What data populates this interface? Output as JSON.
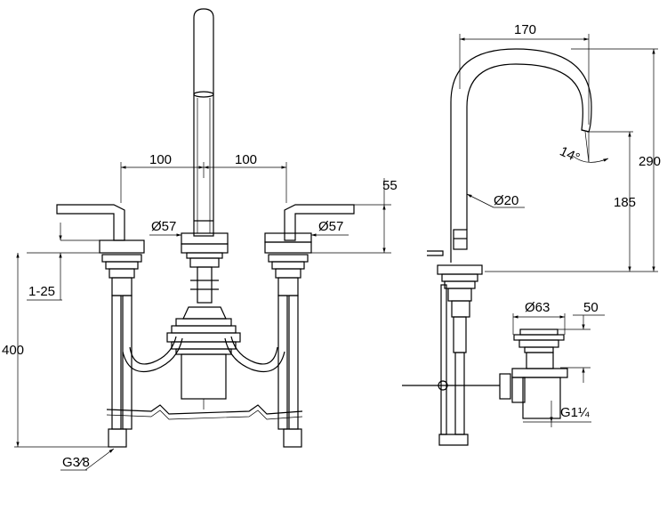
{
  "dimensions": {
    "front": {
      "spacing_left": "100",
      "spacing_right": "100",
      "dia_left": "Ø57",
      "dia_right": "Ø57",
      "deck_range": "1-25",
      "height": "400",
      "thread": "G3⁄8",
      "handle_height": "55"
    },
    "side": {
      "reach": "170",
      "total_height": "290",
      "spout_height": "185",
      "spout_dia": "Ø20",
      "angle": "14°"
    },
    "drain": {
      "dia": "Ø63",
      "height": "50",
      "thread": "G1¼"
    }
  }
}
